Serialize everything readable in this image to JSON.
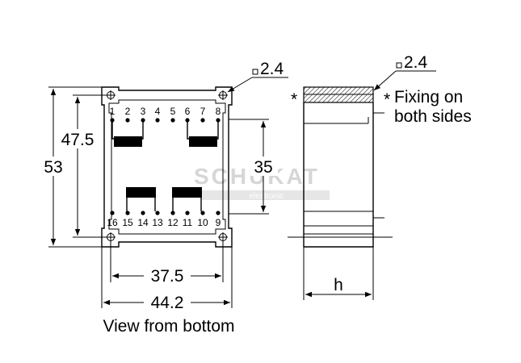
{
  "bottom_view": {
    "pins_top": [
      "1",
      "2",
      "3",
      "4",
      "5",
      "6",
      "7",
      "8"
    ],
    "pins_bottom": [
      "16",
      "15",
      "14",
      "13",
      "12",
      "11",
      "10",
      "9"
    ],
    "dim_overall_height": "53",
    "dim_pin_span_height": "47.5",
    "dim_row_spacing": "35",
    "dim_pin_pitch_width": "37.5",
    "dim_overall_width": "44.2",
    "dim_hole": "2.4",
    "caption": "View from bottom"
  },
  "side_view": {
    "dim_hole": "2.4",
    "dim_height": "h",
    "asterisk_left": "*",
    "asterisk_right": "*",
    "note_line1": "Fixing on",
    "note_line2": "both sides"
  },
  "watermark": {
    "text": "SCHUKAT",
    "subtext": "electronic"
  }
}
